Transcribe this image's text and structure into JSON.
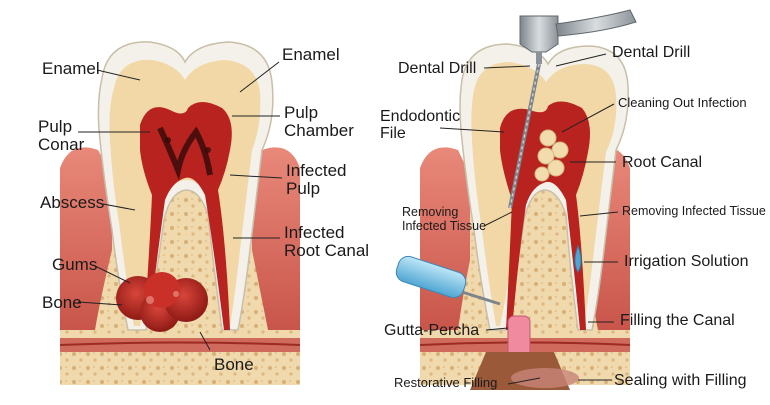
{
  "diagram": {
    "left_panel": {
      "labels": {
        "enamel_left": "Enamel",
        "enamel_right": "Enamel",
        "pulp_conar": "Pulp\nConar",
        "pulp_chamber": "Pulp\nChamber",
        "infected_pulp": "Infected\nPulp",
        "abscess": "Abscess",
        "infected_root_canal": "Infected\nRoot Canal",
        "gums": "Gums",
        "bone_left": "Bone",
        "bone_bottom": "Bone"
      }
    },
    "right_panel": {
      "labels": {
        "dental_drill_left": "Dental Drill",
        "dental_drill_right": "Dental Drill",
        "endodontic_file": "Endodontic\nFile",
        "cleaning_out_infection": "Cleaning Out Infection",
        "root_canal": "Root Canal",
        "removing_infected_tissue_left": "Removing\nInfected Tissue",
        "removing_infected_tissue_right": "Removing Infected Tissue",
        "irrigation_solution": "Irrigation Solution",
        "gutta_percha": "Gutta-Percha",
        "filling_the_canal": "Filling the Canal",
        "restorative_filling": "Restorative Filling",
        "sealing_with_filling": "Sealing with Filling"
      }
    },
    "colors": {
      "enamel": "#f4f1ea",
      "dentin": "#f1d8a6",
      "pulp": "#b8231f",
      "pulp_dark": "#7e1210",
      "gum": "#e07a6a",
      "gum_dark": "#c9554a",
      "bone": "#f0d9ac",
      "bone_dots": "#d8b178",
      "instrument": "#9aa2a8",
      "syringe": "#7cc4e8",
      "gutta_percha": "#f08a9e"
    }
  }
}
